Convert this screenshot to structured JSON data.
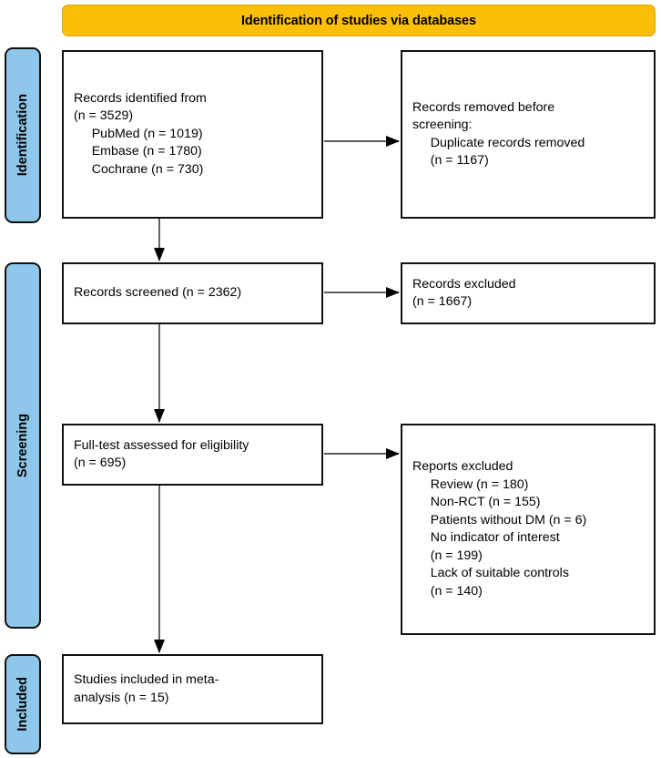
{
  "header": {
    "title": "Identification of studies via databases",
    "color": "#FBBF08"
  },
  "stages": [
    {
      "id": "identification",
      "label": "Identification",
      "color": "#8FC7EB"
    },
    {
      "id": "screening",
      "label": "Screening",
      "color": "#8FC7EB"
    },
    {
      "id": "included",
      "label": "Included",
      "color": "#8FC7EB"
    }
  ],
  "boxes": {
    "identified": {
      "text": "Records identified from\n(n = 3529)\n     PubMed (n = 1019)\n     Embase (n = 1780)\n     Cochrane (n = 730)",
      "total": 3529,
      "sources": [
        {
          "name": "PubMed",
          "n": 1019
        },
        {
          "name": "Embase",
          "n": 1780
        },
        {
          "name": "Cochrane",
          "n": 730
        }
      ]
    },
    "removed": {
      "text": "Records removed before\nscreening:\n     Duplicate records removed\n     (n = 1167)",
      "duplicates": 1167
    },
    "screened": {
      "text": "Records screened (n = 2362)",
      "n": 2362
    },
    "excluded": {
      "text": "Records excluded\n(n = 1667)",
      "n": 1667
    },
    "fulltest": {
      "text": "Full-test assessed for eligibility\n(n = 695)",
      "n": 695
    },
    "reports": {
      "text": "Reports excluded\n     Review (n = 180)\n     Non-RCT (n = 155)\n     Patients without DM (n = 6)\n     No indicator of interest\n     (n = 199)\n     Lack of suitable controls\n     (n = 140)",
      "reasons": [
        {
          "reason": "Review",
          "n": 180
        },
        {
          "reason": "Non-RCT",
          "n": 155
        },
        {
          "reason": "Patients without DM",
          "n": 6
        },
        {
          "reason": "No indicator of interest",
          "n": 199
        },
        {
          "reason": "Lack of suitable controls",
          "n": 140
        }
      ]
    },
    "included": {
      "text": "Studies included in meta-\nanalysis (n = 15)",
      "n": 15
    }
  },
  "connectors": {
    "line_color": "#595959",
    "arrowhead_color": "#000000"
  }
}
